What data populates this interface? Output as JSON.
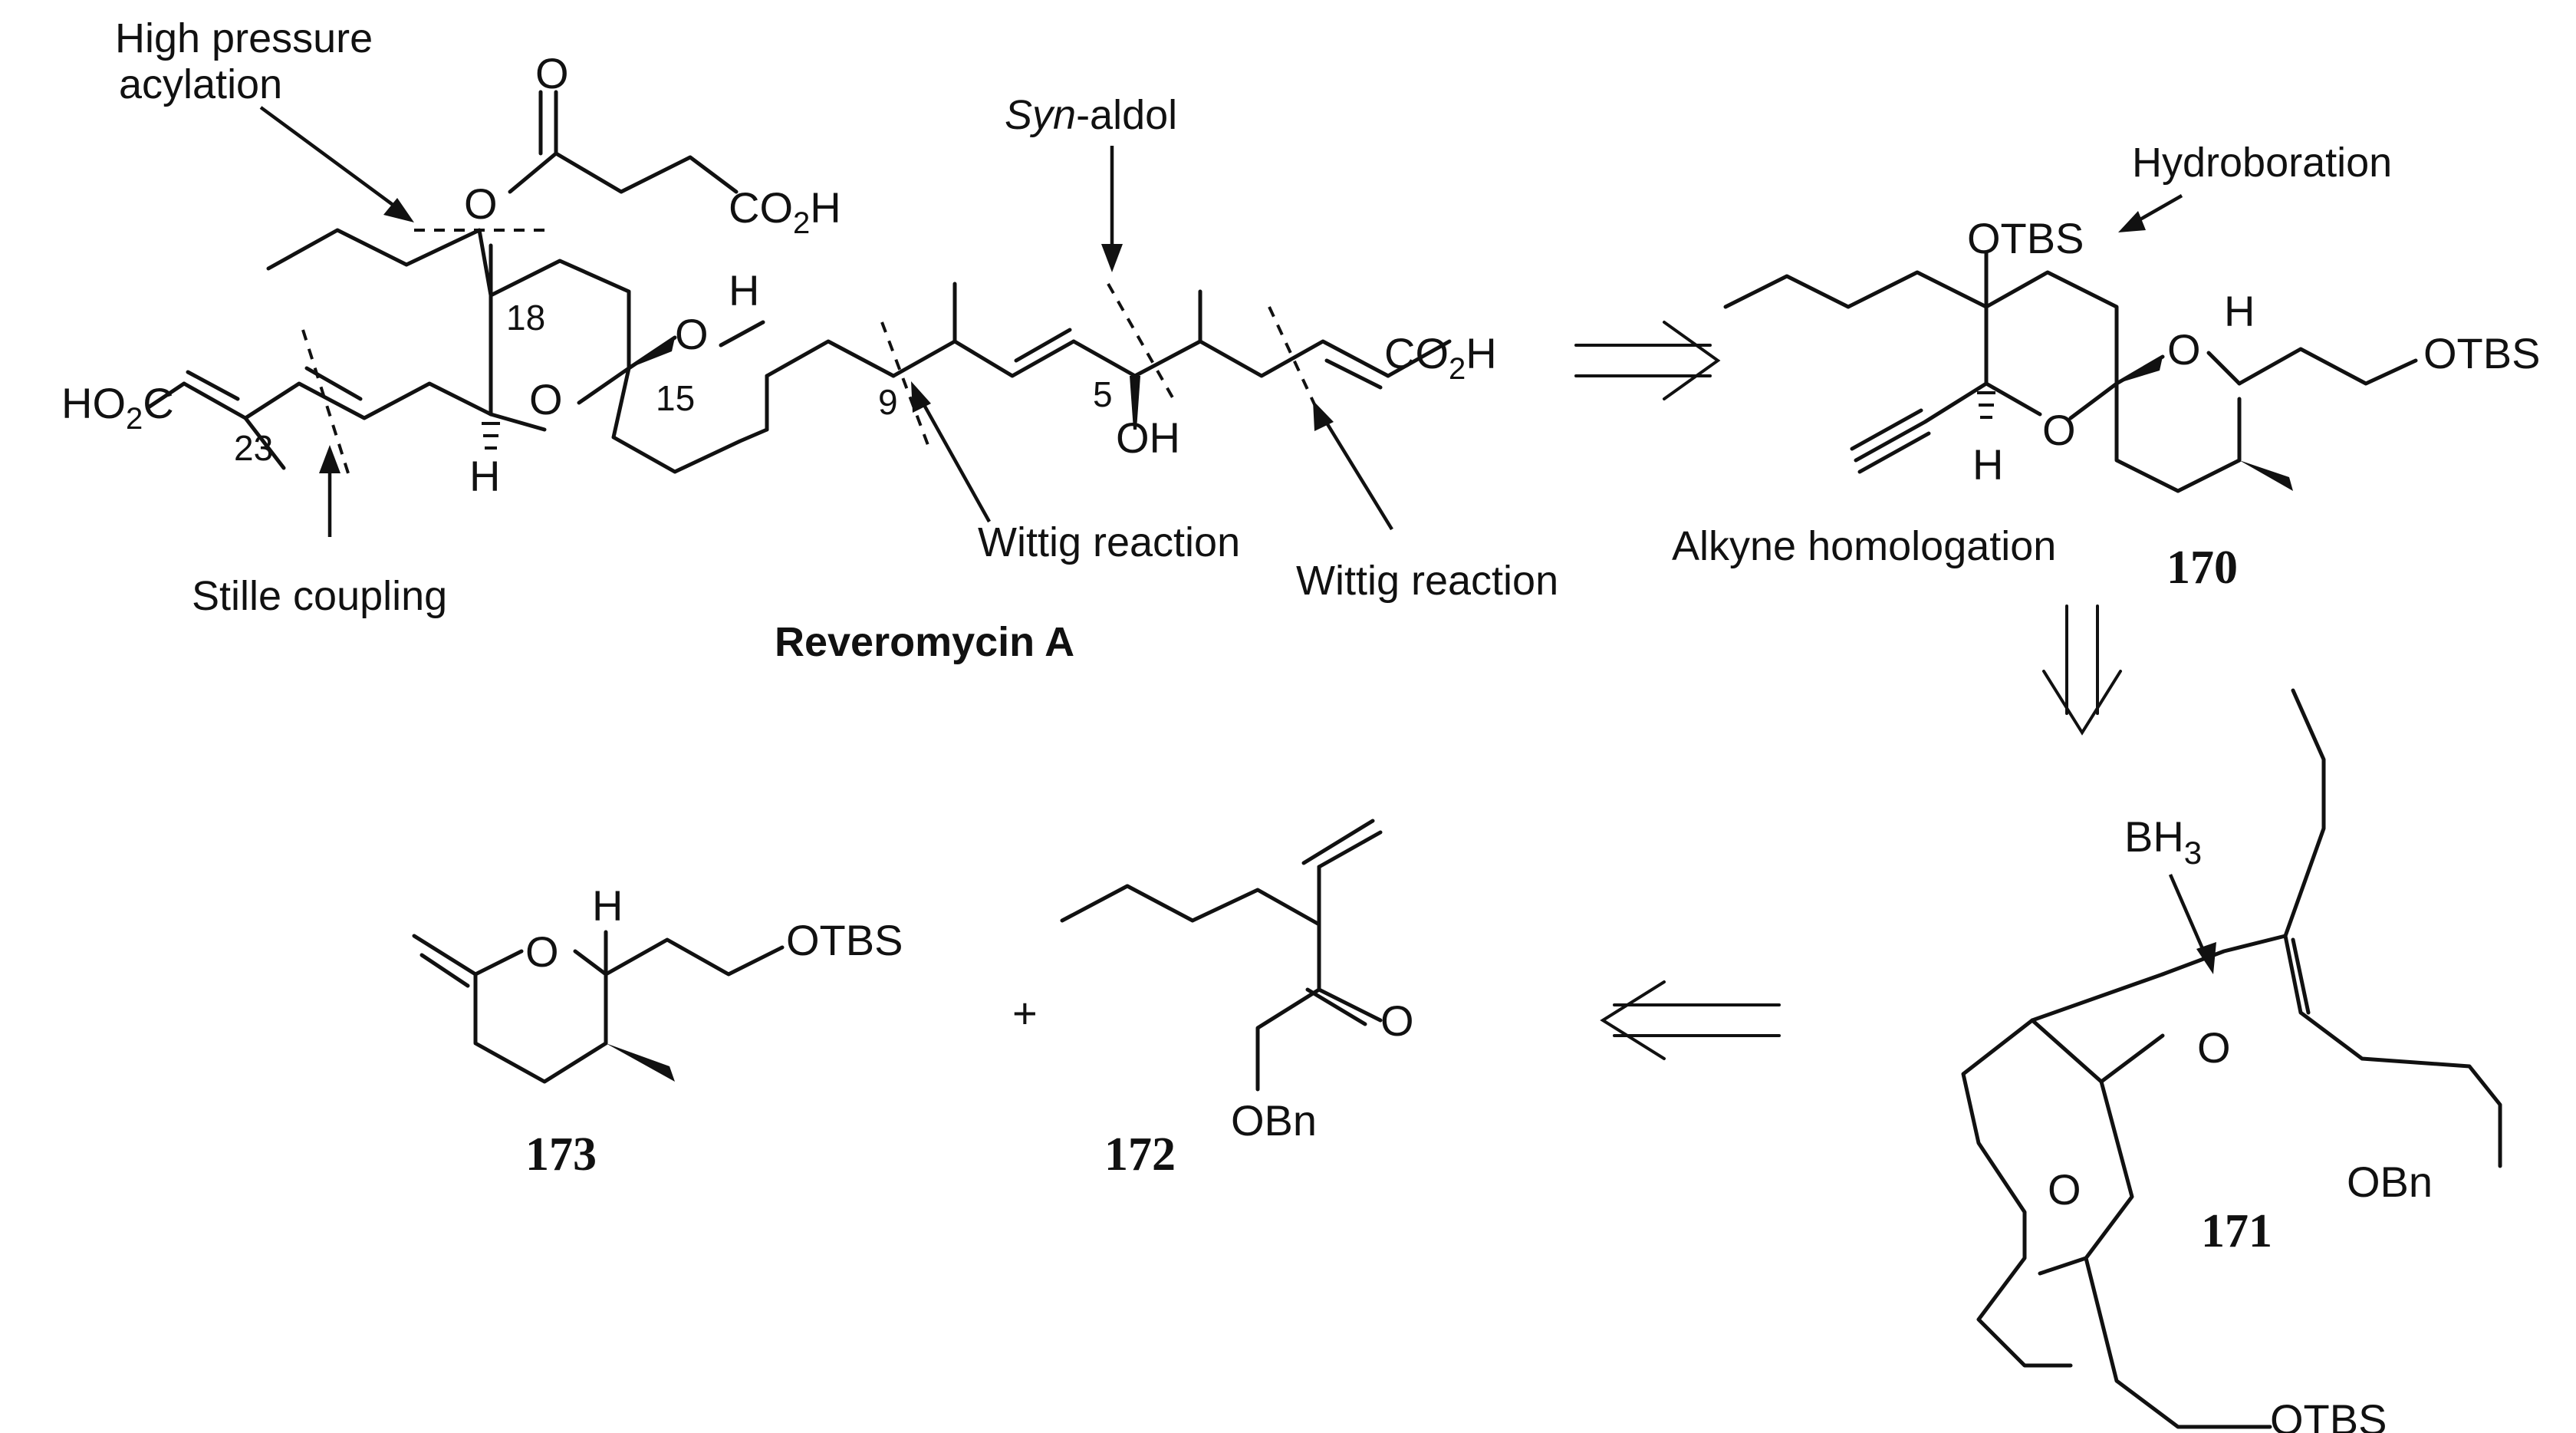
{
  "annotations": {
    "high_pressure_line1": "High pressure",
    "high_pressure_line2": "acylation",
    "syn_italic": "Syn",
    "syn_rest": "-aldol",
    "hydroboration": "Hydroboration",
    "stille": "Stille coupling",
    "wittig1": "Wittig reaction",
    "wittig2": "Wittig reaction",
    "alkyne": "Alkyne homologation",
    "bh3": "BH",
    "bh3_sub": "3"
  },
  "compounds": {
    "reveromycin": "Reveromycin A",
    "c170": "170",
    "c171": "171",
    "c172": "172",
    "c173": "173",
    "plus": "+"
  },
  "atoms": {
    "O": "O",
    "H": "H",
    "OH": "OH",
    "CO2H_main": "CO",
    "CO2H_sub": "2",
    "CO2H_end": "H",
    "HO2C_a": "HO",
    "HO2C_sub": "2",
    "HO2C_c": "C",
    "OTBS": "OTBS",
    "OBn": "OBn"
  },
  "numbers": {
    "n18": "18",
    "n15": "15",
    "n23": "23",
    "n9": "9",
    "n5": "5"
  }
}
